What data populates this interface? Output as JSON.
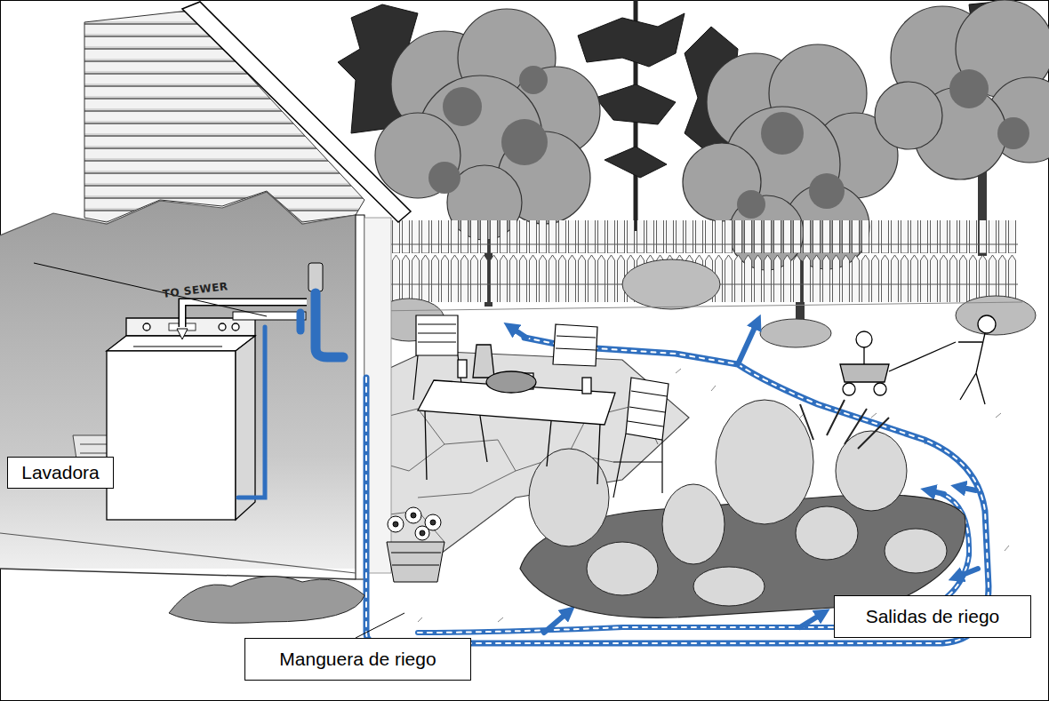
{
  "diagram": {
    "nodes": [
      {
        "text": [
          "Lavadora"
        ]
      },
      {
        "text": [
          "Salidas de riego"
        ]
      },
      {
        "text": [
          "Manguera de riego"
        ]
      }
    ],
    "labels": [
      "TO SEWER"
    ]
  }
}
